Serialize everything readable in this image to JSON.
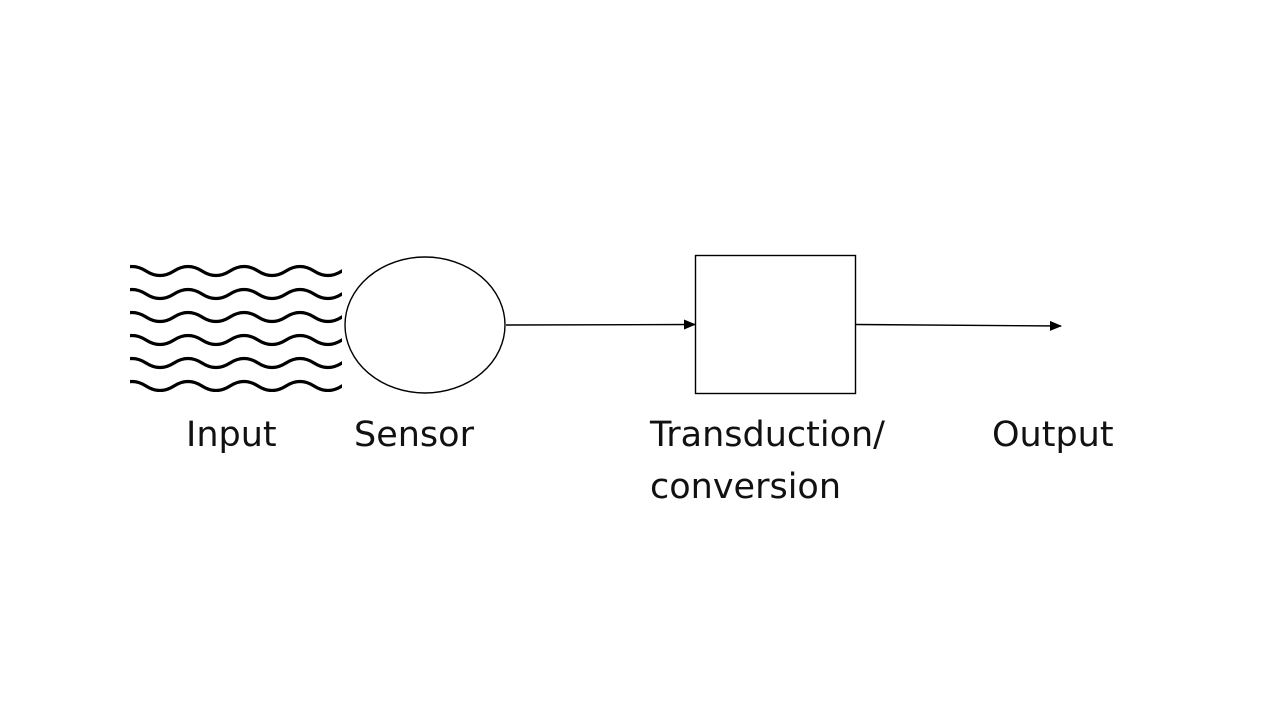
{
  "diagram": {
    "nodes": [
      {
        "id": "input",
        "label": "Input",
        "icon": "wave-lines-icon"
      },
      {
        "id": "sensor",
        "label": "Sensor",
        "shape": "ellipse"
      },
      {
        "id": "transduction",
        "label_line1": "Transduction/",
        "label_line2": "conversion",
        "shape": "rectangle"
      },
      {
        "id": "output",
        "label": "Output"
      }
    ],
    "edges": [
      {
        "from": "sensor",
        "to": "transduction",
        "style": "arrow"
      },
      {
        "from": "transduction",
        "to": "output",
        "style": "arrow"
      }
    ],
    "colors": {
      "background": "#ffffff",
      "stroke": "#000000",
      "text": "#111111"
    }
  }
}
